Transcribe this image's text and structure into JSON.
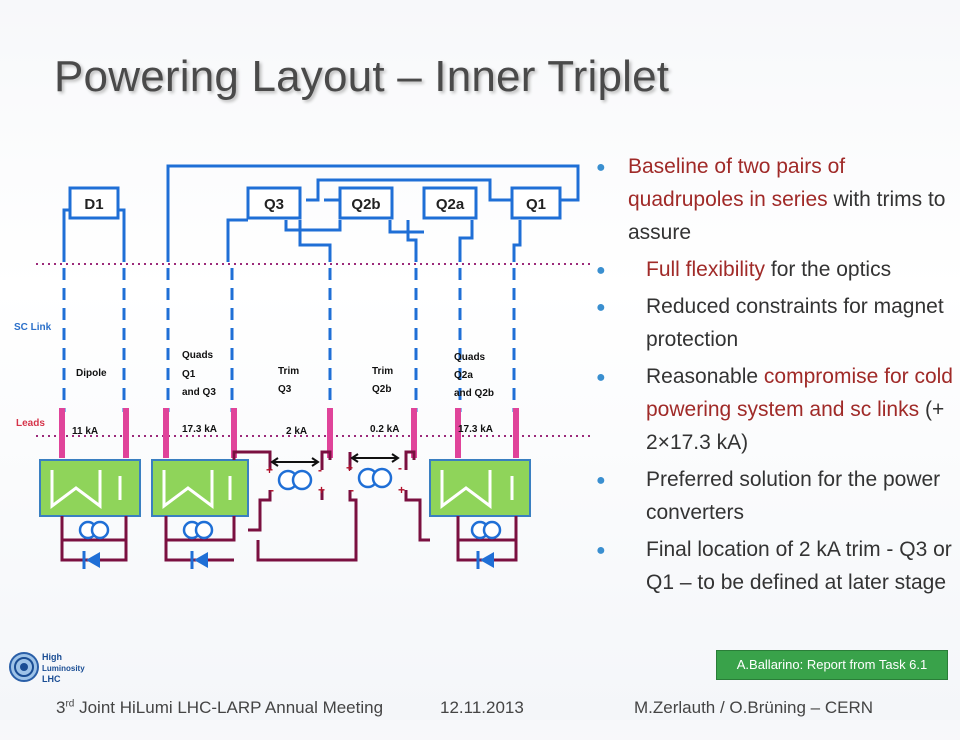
{
  "title": "Powering Layout – Inner Triplet",
  "diagram": {
    "magnets": [
      "D1",
      "Q3",
      "Q2b",
      "Q2a",
      "Q1"
    ],
    "sc_link_label": "SC Link",
    "leads_label": "Leads",
    "circuits": [
      {
        "name_lines": [
          "Dipole"
        ],
        "current": "11 kA"
      },
      {
        "name_lines": [
          "Quads",
          "Q1",
          "and Q3"
        ],
        "current": "17.3 kA"
      },
      {
        "name_lines": [
          "Trim",
          "Q3"
        ],
        "current": "2 kA"
      },
      {
        "name_lines": [
          "Trim",
          "Q2b"
        ],
        "current": "0.2 kA"
      },
      {
        "name_lines": [
          "Quads",
          "Q2a",
          "and Q2b"
        ],
        "current": "17.3 kA"
      }
    ],
    "plus": "+",
    "minus": "-"
  },
  "bullets": [
    {
      "pre": "",
      "hl": "Baseline of two pairs of quadrupoles in series",
      "post": " with trims to assure"
    },
    {
      "pre": "",
      "hl": "Full flexibility",
      "post": " for the optics"
    },
    {
      "pre": "Reduced constraints for magnet protection",
      "hl": "",
      "post": ""
    },
    {
      "pre": "Reasonable ",
      "hl": "compromise for cold powering system and sc links",
      "post": " (+ 2×17.3 kA)"
    },
    {
      "pre": "Preferred solution for the power converters",
      "hl": "",
      "post": ""
    },
    {
      "pre": "Final location of 2 kA trim - Q3 or Q1 – to be defined at later stage",
      "hl": "",
      "post": ""
    }
  ],
  "reference": "A.Ballarino: Report from Task 6.1",
  "logo": {
    "line1": "High",
    "line2": "Luminosity",
    "line3": "LHC"
  },
  "footer": {
    "meeting_sup": "rd",
    "meeting_num": "3",
    "meeting_rest": " Joint HiLumi LHC-LARP Annual Meeting",
    "date": "12.11.2013",
    "authors": "M.Zerlauth / O.Brüning – CERN"
  },
  "colors": {
    "blue": "#1f6fd6",
    "pink": "#e0449a",
    "dark": "#7a1040",
    "green": "#8fd45a",
    "magnet": "#1f6fd6"
  }
}
